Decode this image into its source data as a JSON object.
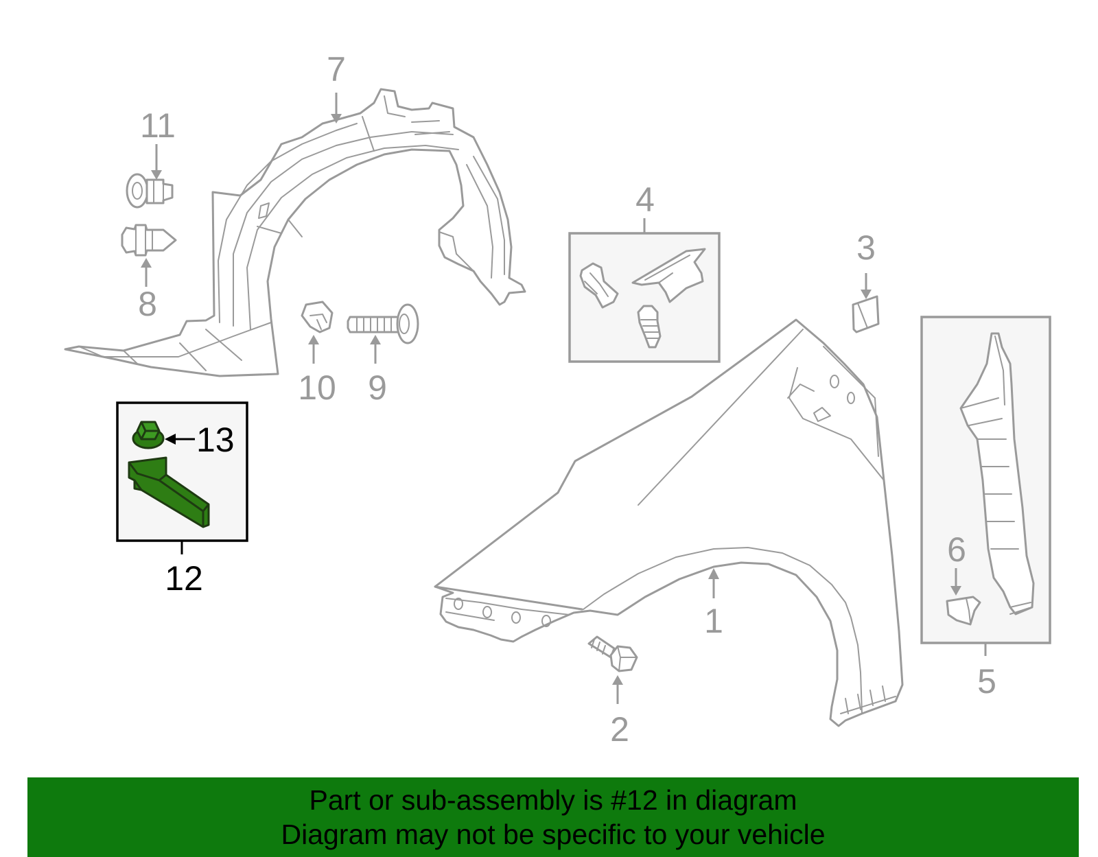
{
  "diagram": {
    "highlighted_part": "12",
    "highlight_color": "#2e7d14",
    "line_color": "#9a9a9a",
    "callouts": {
      "c1": "1",
      "c2": "2",
      "c3": "3",
      "c4": "4",
      "c5": "5",
      "c6": "6",
      "c7": "7",
      "c8": "8",
      "c9": "9",
      "c10": "10",
      "c11": "11",
      "c12": "12",
      "c13": "13"
    }
  },
  "banner": {
    "line1": "Part or sub-assembly is #12 in diagram",
    "line2": "Diagram may not be specific to your vehicle",
    "background": "#0e7a0d"
  }
}
